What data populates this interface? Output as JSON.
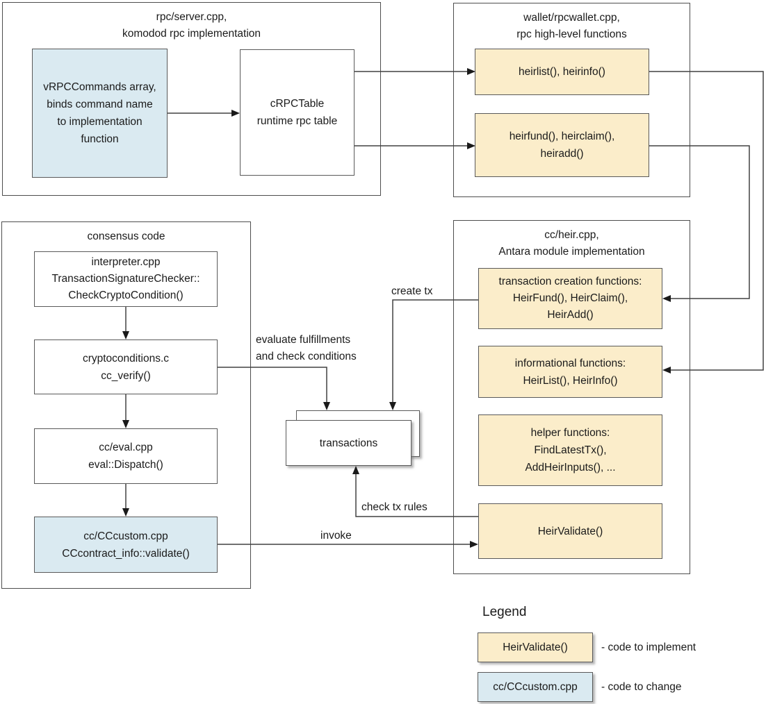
{
  "colors": {
    "highlight_yellow": "#fbedca",
    "highlight_blue": "#daeaf1",
    "box_border": "#595959",
    "container_border": "#4d4d4d",
    "connector": "#404040"
  },
  "containers": {
    "rpc_server": {
      "title": [
        "rpc/server.cpp,",
        "komodod rpc implementation"
      ]
    },
    "wallet": {
      "title": [
        "wallet/rpcwallet.cpp,",
        "rpc high-level functions"
      ]
    },
    "consensus": {
      "title": [
        "consensus code"
      ]
    },
    "heir": {
      "title": [
        "cc/heir.cpp,",
        "Antara module implementation"
      ]
    }
  },
  "nodes": {
    "vrpccommands": {
      "lines": [
        "vRPCCommands array,",
        "binds command name",
        "to implementation",
        "function"
      ]
    },
    "crpctable": {
      "lines": [
        "cRPCTable",
        "runtime rpc table"
      ]
    },
    "heirlist_rpc": {
      "lines": [
        "heirlist(), heirinfo()"
      ]
    },
    "heirfund_rpc": {
      "lines": [
        "heirfund(), heirclaim(),",
        "heiradd()"
      ]
    },
    "interpreter": {
      "lines": [
        "interpreter.cpp",
        "TransactionSignatureChecker::",
        "CheckCryptoCondition()"
      ]
    },
    "cryptoconditions": {
      "lines": [
        "cryptoconditions.c",
        "cc_verify()"
      ]
    },
    "eval": {
      "lines": [
        "cc/eval.cpp",
        "eval::Dispatch()"
      ]
    },
    "cccustom": {
      "lines": [
        "cc/CCcustom.cpp",
        "CCcontract_info::validate()"
      ]
    },
    "txcreation": {
      "lines": [
        "transaction creation functions:",
        "HeirFund(), HeirClaim(),",
        "HeirAdd()"
      ]
    },
    "informational": {
      "lines": [
        "informational functions:",
        "HeirList(), HeirInfo()"
      ]
    },
    "helper": {
      "lines": [
        "helper functions:",
        "FindLatestTx(),",
        "AddHeirInputs(), ..."
      ]
    },
    "heirvalidate": {
      "lines": [
        "HeirValidate()"
      ]
    },
    "transactions": {
      "lines": [
        "transactions"
      ]
    }
  },
  "edge_labels": {
    "create_tx": "create tx",
    "evaluate": [
      "evaluate fulfillments",
      "and check conditions"
    ],
    "check_tx_rules": "check tx rules",
    "invoke": "invoke"
  },
  "legend": {
    "title": "Legend",
    "items": [
      {
        "sample": "HeirValidate()",
        "desc": "- code to implement"
      },
      {
        "sample": "cc/CCcustom.cpp",
        "desc": "- code to change"
      }
    ]
  }
}
